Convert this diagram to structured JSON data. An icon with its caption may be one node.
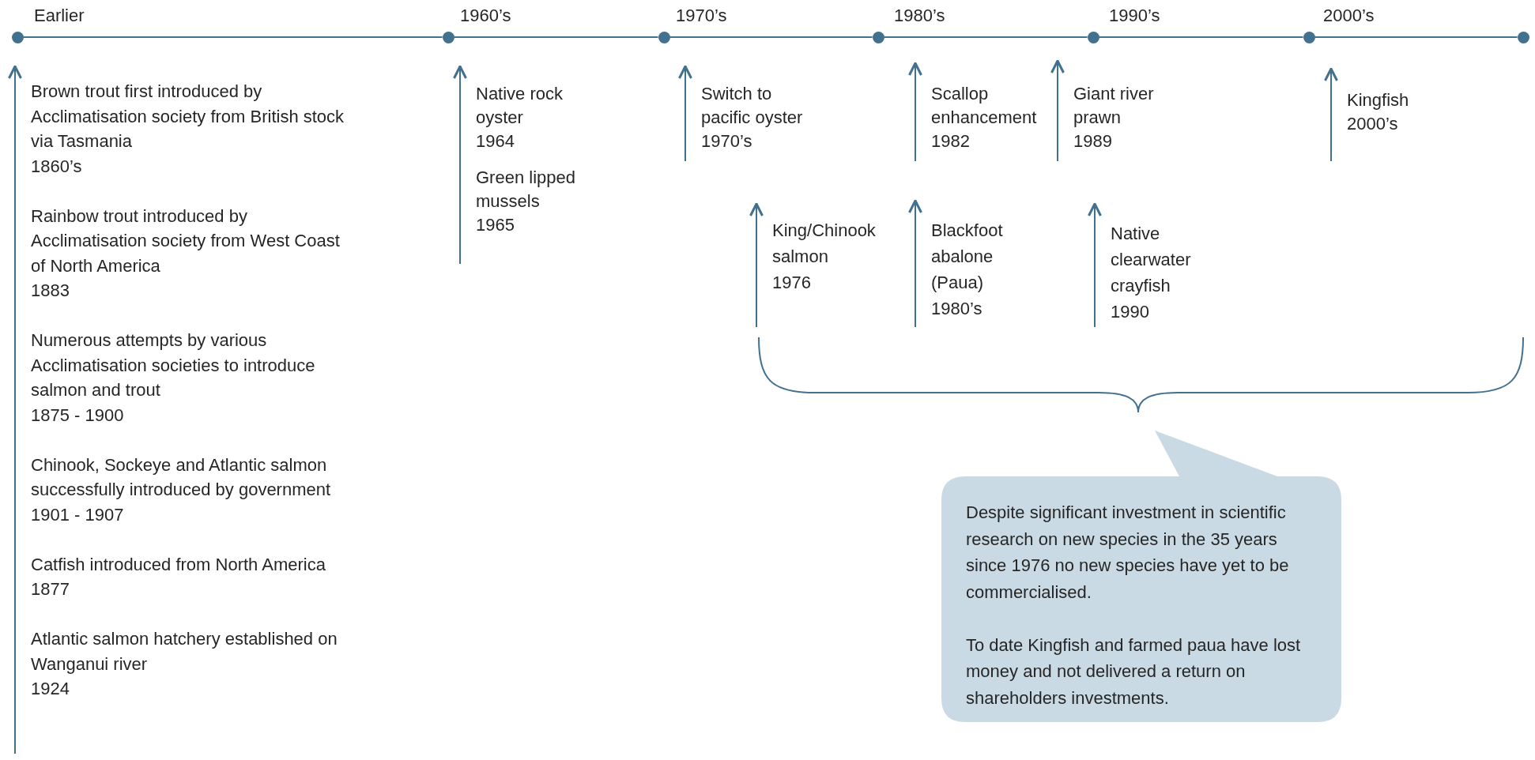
{
  "diagram": {
    "nodes": [
      {
        "text": [],
        "shape": "circle",
        "beside": [
          "Earlier"
        ]
      },
      {
        "text": [],
        "shape": "circle",
        "beside": [
          "1960’s"
        ]
      },
      {
        "text": [],
        "shape": "circle",
        "beside": [
          "1970’s"
        ]
      },
      {
        "text": [],
        "shape": "circle",
        "beside": [
          "1980’s"
        ]
      },
      {
        "text": [],
        "shape": "circle",
        "beside": [
          "1990’s"
        ]
      },
      {
        "text": [],
        "shape": "circle",
        "beside": [
          "2000’s"
        ]
      },
      {
        "text": [],
        "shape": "circle"
      },
      {
        "text": [
          "Brown trout first introduced by Acclimatisation society from British stock via Tasmania",
          "1860’s",
          "Rainbow trout introduced by Acclimatisation society from West Coast of North America",
          "1883",
          "Numerous attempts by various Acclimatisation societies to introduce salmon and trout",
          "1875 - 1900",
          "Chinook, Sockeye and Atlantic salmon successfully introduced by government",
          "1901 - 1907",
          "Catfish introduced from North America",
          "1877",
          "Atlantic salmon hatchery established on Wanganui river",
          "1924"
        ]
      },
      {
        "text": [
          "Native rock oyster",
          "1964",
          "Green lipped mussels",
          "1965"
        ]
      },
      {
        "text": [
          "Switch to pacific oyster",
          "1970’s"
        ]
      },
      {
        "text": [
          "King/Chinook salmon",
          "1976"
        ]
      },
      {
        "text": [
          "Scallop enhancement",
          "1982"
        ]
      },
      {
        "text": [
          "Blackfoot abalone (Paua)",
          "1980’s"
        ]
      },
      {
        "text": [
          "Giant river prawn",
          "1989"
        ]
      },
      {
        "text": [
          "Native clearwater crayfish",
          "1990"
        ]
      },
      {
        "text": [
          "Kingfish",
          "2000’s"
        ]
      },
      {
        "text": [
          "Despite significant investment in scientific research on new species in the 35 years since 1976 no new species have yet to be commercialised.",
          "To date Kingfish and farmed paua have lost money and not delivered a return on shareholders investments."
        ]
      }
    ],
    "edges": [
      {
        "from": 0,
        "to": 1,
        "arrow": "none"
      },
      {
        "from": 1,
        "to": 2,
        "arrow": "none"
      },
      {
        "from": 2,
        "to": 3,
        "arrow": "none"
      },
      {
        "from": 3,
        "to": 4,
        "arrow": "none"
      },
      {
        "from": 4,
        "to": 5,
        "arrow": "none"
      },
      {
        "from": 5,
        "to": 6,
        "arrow": "none"
      }
    ]
  }
}
